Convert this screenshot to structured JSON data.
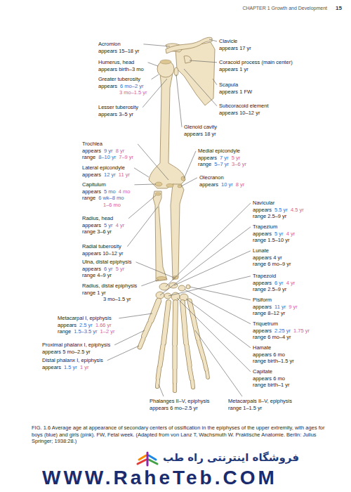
{
  "diagram": {
    "caption": "FIG. 1.6 Average age at appearance of secondary centers of ossification in the epiphyses of the upper extremity, with ages for boys (blue) and girls (pink). FW, Fetal week. (Adapted from von Lanz T, Wachsmuth W. Praktische Anatomie. Berlin: Julius Springer; 1938:28.)",
    "labels": [
      "CHAPTER 1 Growth and Development",
      "15",
      "Acromion",
      "appears 15–18 yr",
      "Humerus, head",
      "appears birth–3 mo",
      "Greater tuberosity",
      "appears",
      "6 mo–2 yr",
      "3 mo–1.5 yr",
      "Lesser tuberosity",
      "appears 3–5 yr",
      "Clavicle",
      "appears 17 yr",
      "Coracoid process (main center)",
      "appears 1 yr",
      "Scapula",
      "appears 1 FW",
      "Subcoracoid element",
      "appears 10–12 yr",
      "Glenoid cavity",
      "appears 18 yr",
      "Trochlea",
      "appears",
      "9 yr",
      "8 yr",
      "range",
      "8–10 yr",
      "7–9 yr",
      "Lateral epicondyle",
      "appears",
      "12 yr",
      "11 yr",
      "Capitulum",
      "appears",
      "5 mo",
      "4 mo",
      "range",
      "6 wk–8 mo",
      "1–6 mo",
      "Radius, head",
      "appears",
      "5 yr",
      "4 yr",
      "range 3–6 yr",
      "Radial tuberosity",
      "appears 10–12 yr",
      "Ulna, distal epiphysis",
      "appears",
      "6 yr",
      "5 yr",
      "range 4–9 yr",
      "Radius, distal epiphysis",
      "range 1 yr",
      "3 mo–1.5 yr",
      "Metacarpal I, epiphysis",
      "appears",
      "2.5 yr",
      "1.66 yr",
      "range",
      "1.5–3.5 yr",
      "1–2 yr",
      "Proximal phalanx I, epiphysis",
      "appears 5 mo–2.5 yr",
      "Distal phalanx I, epiphysis",
      "appears",
      "1.5 yr",
      "1 yr",
      "Phalanges II–V, epiphysis",
      "appears 6 mo–2.5 yr",
      "Medial epicondyle",
      "appears",
      "7 yr",
      "5 yr",
      "range",
      "5–7 yr",
      "3–6 yr",
      "Olecranon",
      "appears",
      "10 yr",
      "8 yr",
      "Navicular",
      "appears",
      "5.5 yr",
      "4.5 yr",
      "range 2.5–9 yr",
      "Trapezium",
      "appears",
      "5 yr",
      "4 yr",
      "range 1.5–10 yr",
      "Lunate",
      "appears 4 yr",
      "range 6 mo–9 yr",
      "Trapezoid",
      "appears",
      "6 yr",
      "4 yr",
      "range 2.5–9 yr",
      "Pisiform",
      "appears",
      "11 yr",
      "9 yr",
      "range 8–12 yr",
      "Triquetrum",
      "appears",
      "2.25 yr",
      "1.75 yr",
      "range 6 mo–4 yr",
      "Hamate",
      "appears 6 mo",
      "range birth–1.5 yr",
      "Capitate",
      "appears 6 mo",
      "range birth–1 yr",
      "Metacarpals II–V, epiphysis",
      "range 1–1.5 yr",
      "فروشگاه اینترنتی راه طب",
      "WWW.RaheTeb.COM"
    ]
  }
}
